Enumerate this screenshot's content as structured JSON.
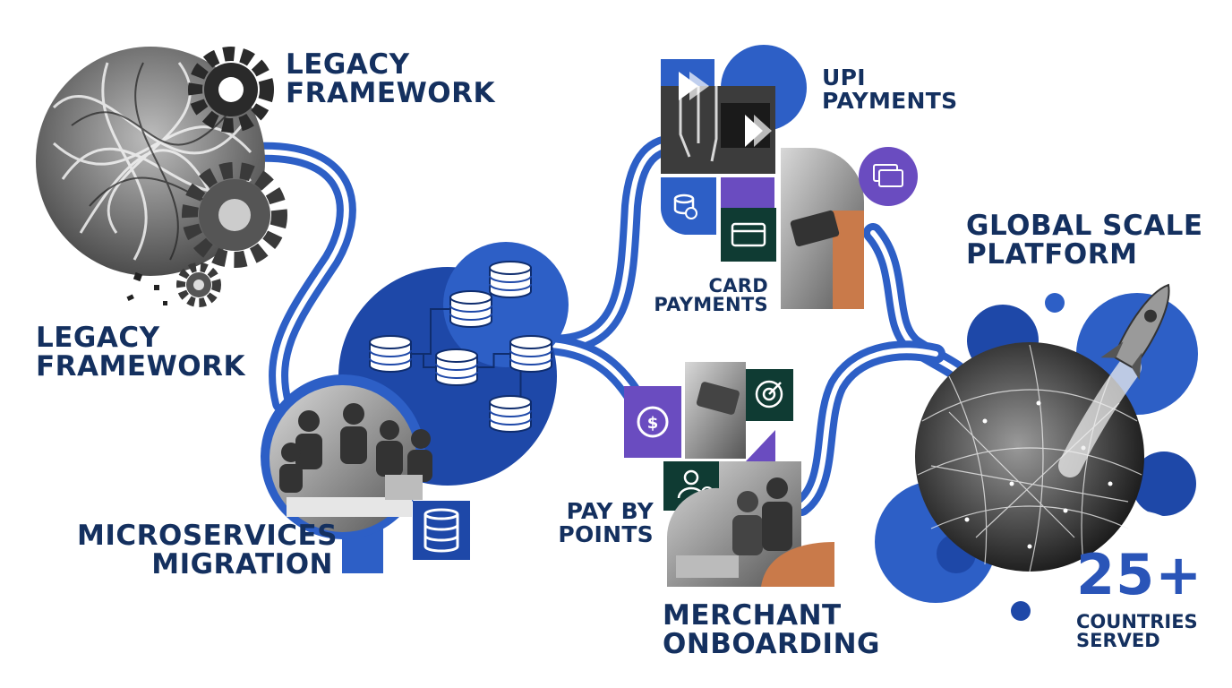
{
  "labels": {
    "legacy_top_line1": "LEGACY",
    "legacy_top_line2": "FRAMEWORK",
    "legacy_left_line1": "LEGACY",
    "legacy_left_line2": "FRAMEWORK",
    "microservices_line1": "MICROSERVICES",
    "microservices_line2": "MIGRATION",
    "upi_line1": "UPI",
    "upi_line2": "PAYMENTS",
    "card_line1": "CARD",
    "card_line2": "PAYMENTS",
    "points_line1": "PAY BY",
    "points_line2": "POINTS",
    "merchant_line1": "MERCHANT",
    "merchant_line2": "ONBOARDING",
    "global_line1": "GLOBAL SCALE",
    "global_line2": "PLATFORM",
    "stat_value": "25+",
    "stat_line1": "COUNTRIES",
    "stat_line2": "SERVED"
  },
  "icons": [
    "gear-icon",
    "database-icon",
    "upi-logo-icon",
    "coin-stack-icon",
    "credit-card-icon",
    "dollar-coin-icon",
    "target-icon",
    "user-dollar-icon",
    "rocket-icon",
    "globe-network-icon"
  ],
  "colors": {
    "navy_text": "#14305f",
    "route_blue": "#2d5fc6",
    "deep_blue": "#1e48a8",
    "purple": "#6a4cc0",
    "dark_green": "#0f3b33",
    "copper": "#c97a4a",
    "stat_blue": "#2a55b8"
  }
}
